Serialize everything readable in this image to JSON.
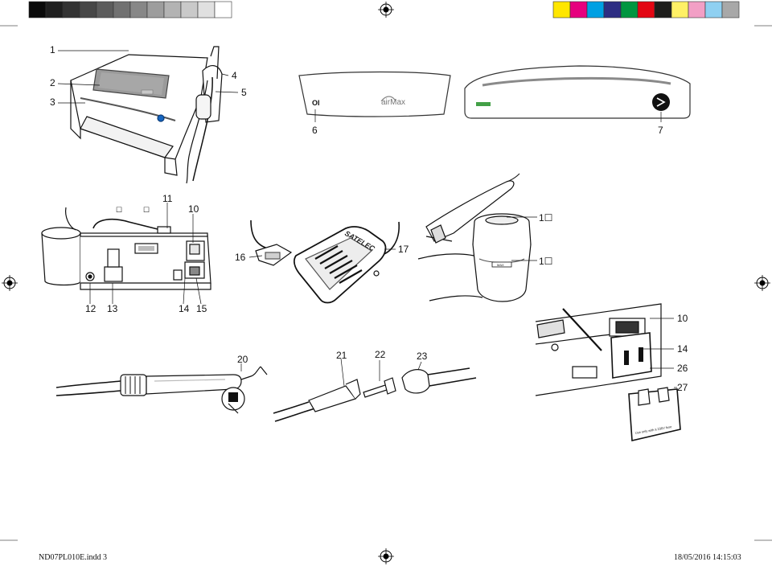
{
  "print_marks": {
    "gray_swatches": [
      "#0a0a0a",
      "#1f1f1f",
      "#333333",
      "#474747",
      "#5c5c5c",
      "#717171",
      "#878787",
      "#9d9d9d",
      "#b3b3b3",
      "#c9c9c9",
      "#e0e0e0",
      "#ffffff"
    ],
    "color_swatches": [
      "#ffe600",
      "#e6007e",
      "#00a0e3",
      "#2d2e83",
      "#009640",
      "#e30613",
      "#1d1d1b",
      "#fff066",
      "#f29fc5",
      "#8fd0f1",
      "#a8a8a8"
    ]
  },
  "callouts": {
    "c1": "1",
    "c2": "2",
    "c3": "3",
    "c4": "4",
    "c5": "5",
    "c6": "6",
    "c7": "7",
    "c10_top": "10",
    "c11": "11",
    "c12": "12",
    "c13": "13",
    "c14_mid": "14",
    "c15": "15",
    "c16": "16",
    "c17": "17",
    "c18": "1☐",
    "c19": "1☐",
    "c10_right": "10",
    "c14_right": "14",
    "c26": "26",
    "c27": "27",
    "c20": "20",
    "c21": "21",
    "c22": "22",
    "c23": "23"
  },
  "panel_labels": {
    "power_symbol": "OI",
    "brand_logo": "airMax",
    "footswitch_brand": "SATELEC",
    "jar_max": "MAX",
    "fuse_warning": "Use only with a 230V fuse"
  },
  "footer": {
    "filename": "ND07PL010E.indd   3",
    "timestamp": "18/05/2016   14:15:03"
  }
}
